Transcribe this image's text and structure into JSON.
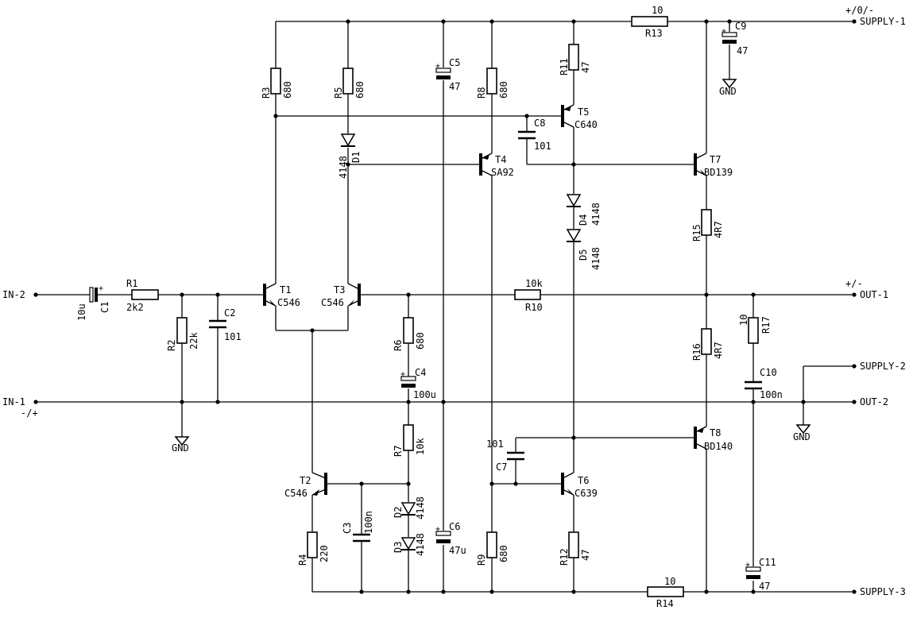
{
  "ports": {
    "in2": "IN-2",
    "in1": "IN-1",
    "in1_pol": "-/+",
    "out1": "OUT-1",
    "out1_pol": "+/-",
    "out2": "OUT-2",
    "supply1": "SUPPLY-1",
    "supply1_pol": "+/0/-",
    "supply2": "SUPPLY-2",
    "supply3": "SUPPLY-3"
  },
  "gnd": "GND",
  "resistors": {
    "R1": {
      "name": "R1",
      "value": "2k2"
    },
    "R2": {
      "name": "R2",
      "value": "22k"
    },
    "R3": {
      "name": "R3",
      "value": "680"
    },
    "R4": {
      "name": "R4",
      "value": "220"
    },
    "R5": {
      "name": "R5",
      "value": "680"
    },
    "R6": {
      "name": "R6",
      "value": "680"
    },
    "R7": {
      "name": "R7",
      "value": "10k"
    },
    "R8": {
      "name": "R8",
      "value": "680"
    },
    "R9": {
      "name": "R9",
      "value": "680"
    },
    "R10": {
      "name": "R10",
      "value": "10k"
    },
    "R11": {
      "name": "R11",
      "value": "47"
    },
    "R12": {
      "name": "R12",
      "value": "47"
    },
    "R13": {
      "name": "R13",
      "value": "10"
    },
    "R14": {
      "name": "R14",
      "value": "10"
    },
    "R15": {
      "name": "R15",
      "value": "4R7"
    },
    "R16": {
      "name": "R16",
      "value": "4R7"
    },
    "R17": {
      "name": "R17",
      "value": "10"
    }
  },
  "capacitors": {
    "C1": {
      "name": "C1",
      "value": "10u"
    },
    "C2": {
      "name": "C2",
      "value": "101"
    },
    "C3": {
      "name": "C3",
      "value": "100n"
    },
    "C4": {
      "name": "C4",
      "value": "100u"
    },
    "C5": {
      "name": "C5",
      "value": "47"
    },
    "C6": {
      "name": "C6",
      "value": "47u"
    },
    "C7": {
      "name": "C7",
      "value": "101"
    },
    "C8": {
      "name": "C8",
      "value": "101"
    },
    "C9": {
      "name": "C9",
      "value": "47"
    },
    "C10": {
      "name": "C10",
      "value": "100n"
    },
    "C11": {
      "name": "C11",
      "value": "47"
    }
  },
  "transistors": {
    "T1": {
      "name": "T1",
      "value": "C546"
    },
    "T2": {
      "name": "T2",
      "value": "C546"
    },
    "T3": {
      "name": "T3",
      "value": "C546"
    },
    "T4": {
      "name": "T4",
      "value": "SA92"
    },
    "T5": {
      "name": "T5",
      "value": "C640"
    },
    "T6": {
      "name": "T6",
      "value": "C639"
    },
    "T7": {
      "name": "T7",
      "value": "BD139"
    },
    "T8": {
      "name": "T8",
      "value": "BD140"
    }
  },
  "diodes": {
    "D1": {
      "name": "D1",
      "value": "4148"
    },
    "D2": {
      "name": "D2",
      "value": "4148"
    },
    "D3": {
      "name": "D3",
      "value": "4148"
    },
    "D4": {
      "name": "D4",
      "value": "4148"
    },
    "D5": {
      "name": "D5",
      "value": "4148"
    }
  },
  "plus": "+"
}
